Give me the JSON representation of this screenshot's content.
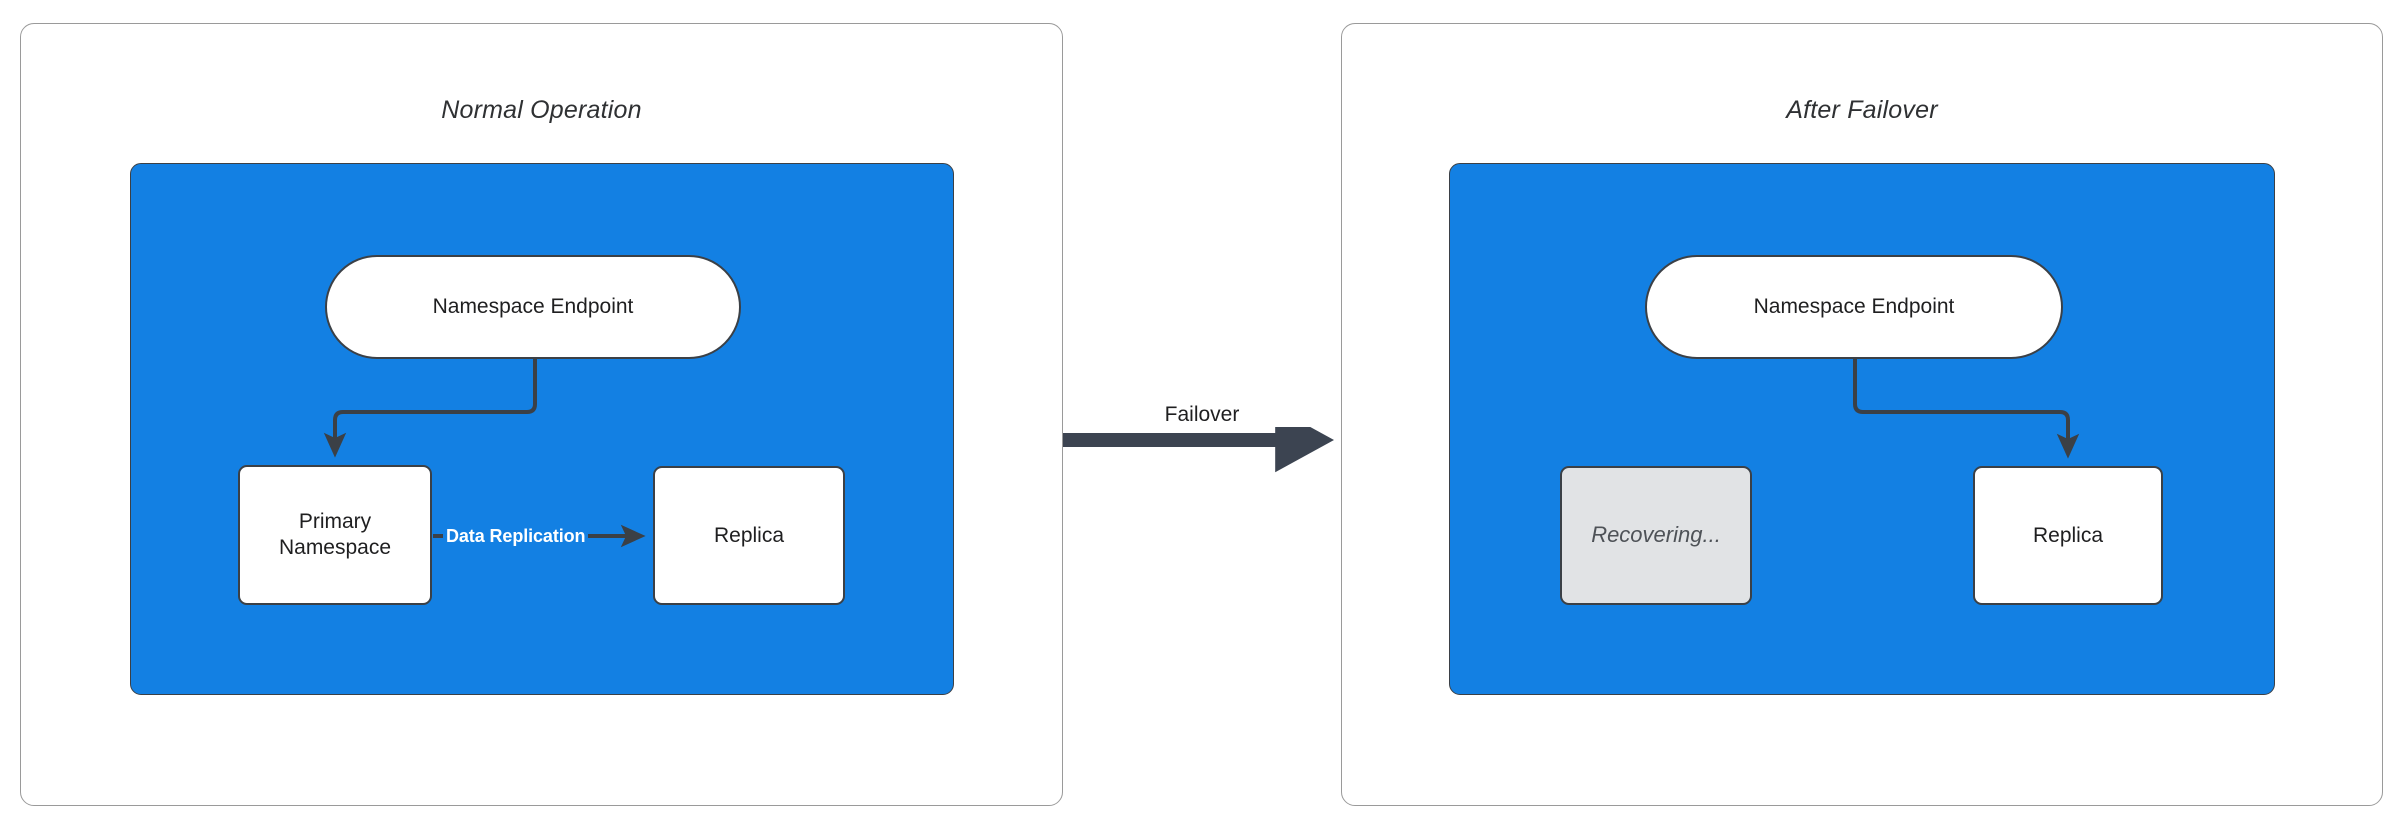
{
  "diagram": {
    "title_left": "Normal Operation",
    "title_right": "After Failover",
    "transition_label": "Failover",
    "accent_blue": "#1380E3",
    "node_stroke": "#3b4046",
    "recovering_fill": "#E1E3E5"
  },
  "left_panel": {
    "title": "Normal Operation",
    "nodes": {
      "endpoint": "Namespace Endpoint",
      "primary": "Primary\nNamespace",
      "replica": "Replica"
    },
    "edges": {
      "endpoint_to_primary": "",
      "primary_to_replica": "Data Replication"
    }
  },
  "right_panel": {
    "title": "After Failover",
    "nodes": {
      "endpoint": "Namespace Endpoint",
      "recovering": "Recovering...",
      "replica": "Replica"
    },
    "edges": {
      "endpoint_to_replica": ""
    }
  }
}
